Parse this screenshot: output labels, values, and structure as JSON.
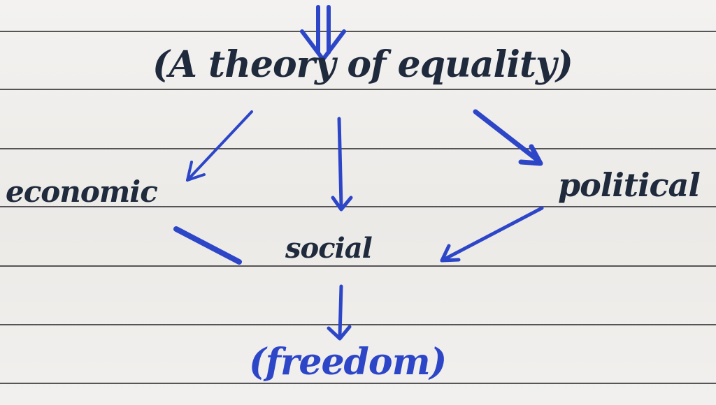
{
  "note": {
    "title": "(A theory of equality)",
    "branches": [
      "economic",
      "social",
      "political"
    ],
    "result": "(freedom)"
  },
  "colors": {
    "paper": "#efeeec",
    "ruled_line": "#3b3a3c",
    "dark_ink": "#1f2a3d",
    "blue_ink": "#2d46c8"
  }
}
